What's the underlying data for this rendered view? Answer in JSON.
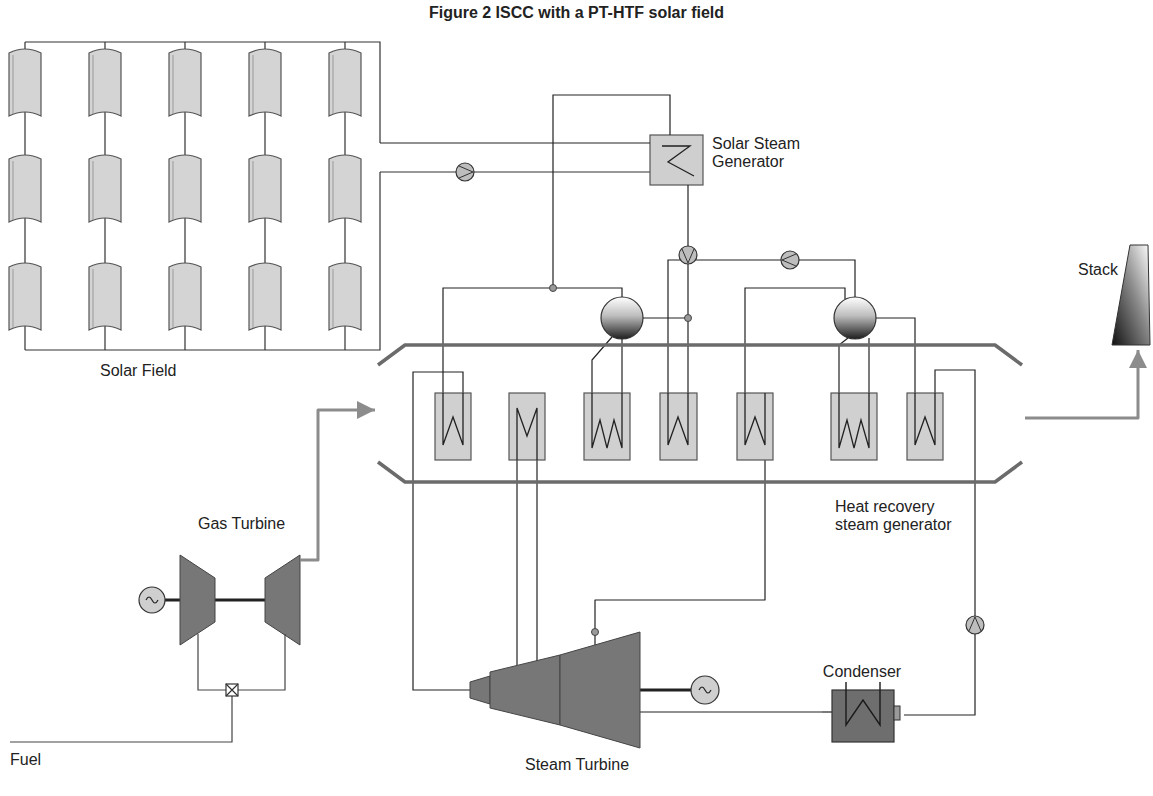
{
  "diagram": {
    "title": "Figure 2 ISCC with a PT-HTF solar field",
    "nodes": [
      {
        "text": [
          "Solar Field"
        ]
      },
      {
        "text": [
          "Solar Steam Generator"
        ]
      },
      {
        "text": [
          "Heat recovery steam generator"
        ]
      },
      {
        "text": [
          "Stack"
        ]
      },
      {
        "text": [
          "Gas Turbine"
        ]
      },
      {
        "text": [
          "Steam Turbine"
        ]
      },
      {
        "text": [
          "Condenser"
        ]
      }
    ],
    "edges": [
      {
        "from": 0,
        "to": 1,
        "arrow": "none"
      },
      {
        "from": 1,
        "to": 2,
        "arrow": "none"
      },
      {
        "from": 4,
        "to": 2,
        "arrow": "to"
      },
      {
        "from": 2,
        "to": 3,
        "arrow": "to"
      },
      {
        "from": 2,
        "to": 5,
        "arrow": "none"
      },
      {
        "from": 5,
        "to": 6,
        "arrow": "none"
      },
      {
        "from": 6,
        "to": 2,
        "arrow": "none"
      }
    ],
    "labels": [
      "Fuel"
    ]
  }
}
